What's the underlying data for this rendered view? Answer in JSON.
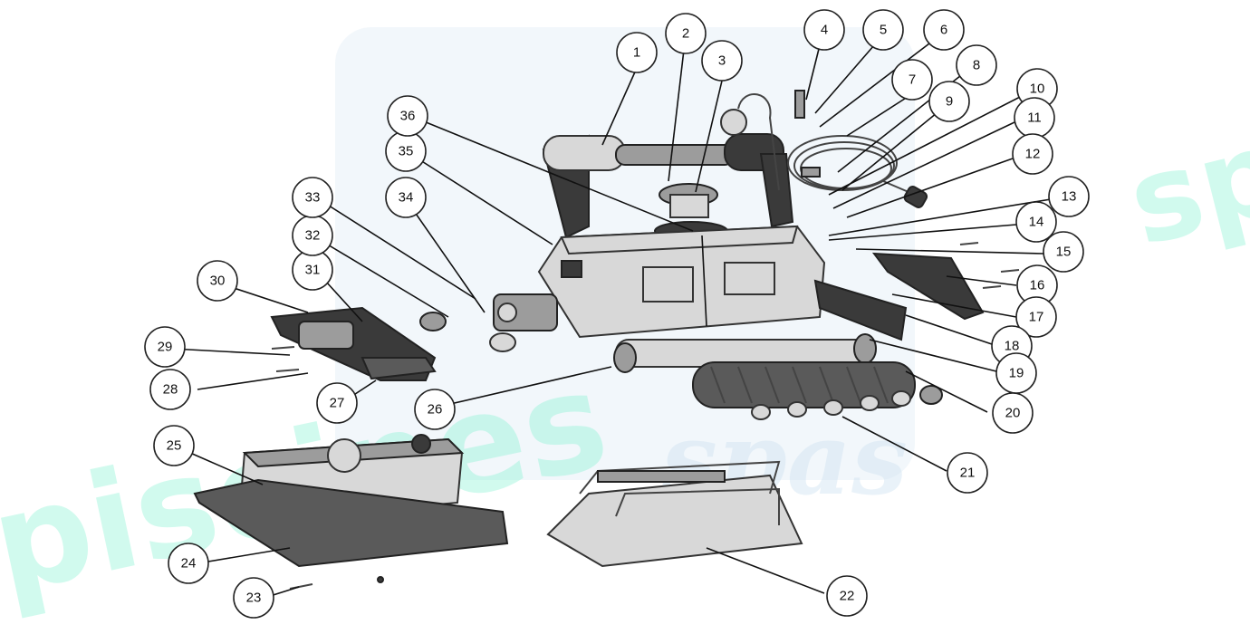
{
  "watermark": {
    "brand_text": "piscines",
    "sub_text": "spas",
    "corner_text": "sp"
  },
  "callouts": [
    {
      "num": "1"
    },
    {
      "num": "2"
    },
    {
      "num": "3"
    },
    {
      "num": "4"
    },
    {
      "num": "5"
    },
    {
      "num": "6"
    },
    {
      "num": "7"
    },
    {
      "num": "8"
    },
    {
      "num": "9"
    },
    {
      "num": "10"
    },
    {
      "num": "11"
    },
    {
      "num": "12"
    },
    {
      "num": "13"
    },
    {
      "num": "14"
    },
    {
      "num": "15"
    },
    {
      "num": "16"
    },
    {
      "num": "17"
    },
    {
      "num": "18"
    },
    {
      "num": "19"
    },
    {
      "num": "20"
    },
    {
      "num": "21"
    },
    {
      "num": "22"
    },
    {
      "num": "23"
    },
    {
      "num": "24"
    },
    {
      "num": "25"
    },
    {
      "num": "26"
    },
    {
      "num": "27"
    },
    {
      "num": "28"
    },
    {
      "num": "29"
    },
    {
      "num": "30"
    },
    {
      "num": "31"
    },
    {
      "num": "32"
    },
    {
      "num": "33"
    },
    {
      "num": "34"
    },
    {
      "num": "35"
    },
    {
      "num": "36"
    }
  ]
}
